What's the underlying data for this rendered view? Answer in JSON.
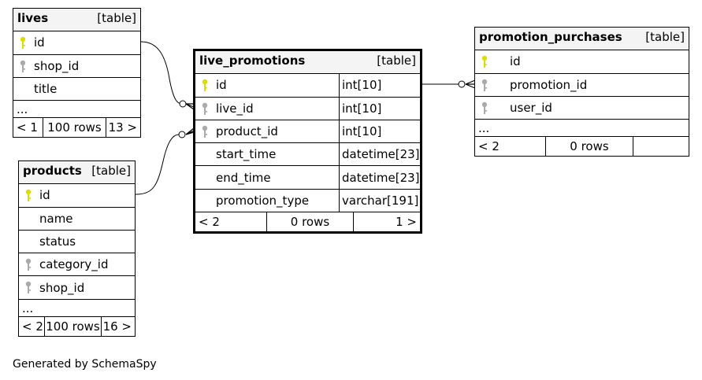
{
  "colors": {
    "primary_key": "#dddd00",
    "foreign_key": "#aaaaaa",
    "header_bg": "#f4f4f4",
    "line": "#000000"
  },
  "icons": {
    "primary_key": "key-icon-yellow",
    "foreign_key": "key-icon-gray"
  },
  "tables": {
    "lives": {
      "name": "lives",
      "type": "[table]",
      "columns": [
        "id",
        "shop_id",
        "title"
      ],
      "ellipsis": "...",
      "footer": [
        "< 1",
        "100 rows",
        "13 >"
      ]
    },
    "products": {
      "name": "products",
      "type": "[table]",
      "columns": [
        "id",
        "name",
        "status",
        "category_id",
        "shop_id"
      ],
      "ellipsis": "...",
      "footer": [
        "< 2",
        "100 rows",
        "16 >"
      ]
    },
    "live_promotions": {
      "name": "live_promotions",
      "type": "[table]",
      "columns": [
        {
          "name": "id",
          "type": "int[10]"
        },
        {
          "name": "live_id",
          "type": "int[10]"
        },
        {
          "name": "product_id",
          "type": "int[10]"
        },
        {
          "name": "start_time",
          "type": "datetime[23]"
        },
        {
          "name": "end_time",
          "type": "datetime[23]"
        },
        {
          "name": "promotion_type",
          "type": "varchar[191]"
        }
      ],
      "footer": [
        "< 2",
        "0 rows",
        "1 >"
      ]
    },
    "promotion_purchases": {
      "name": "promotion_purchases",
      "type": "[table]",
      "columns": [
        "id",
        "promotion_id",
        "user_id"
      ],
      "ellipsis": "...",
      "footer": [
        "< 2",
        "0 rows",
        ""
      ]
    }
  },
  "credit": "Generated by SchemaSpy"
}
